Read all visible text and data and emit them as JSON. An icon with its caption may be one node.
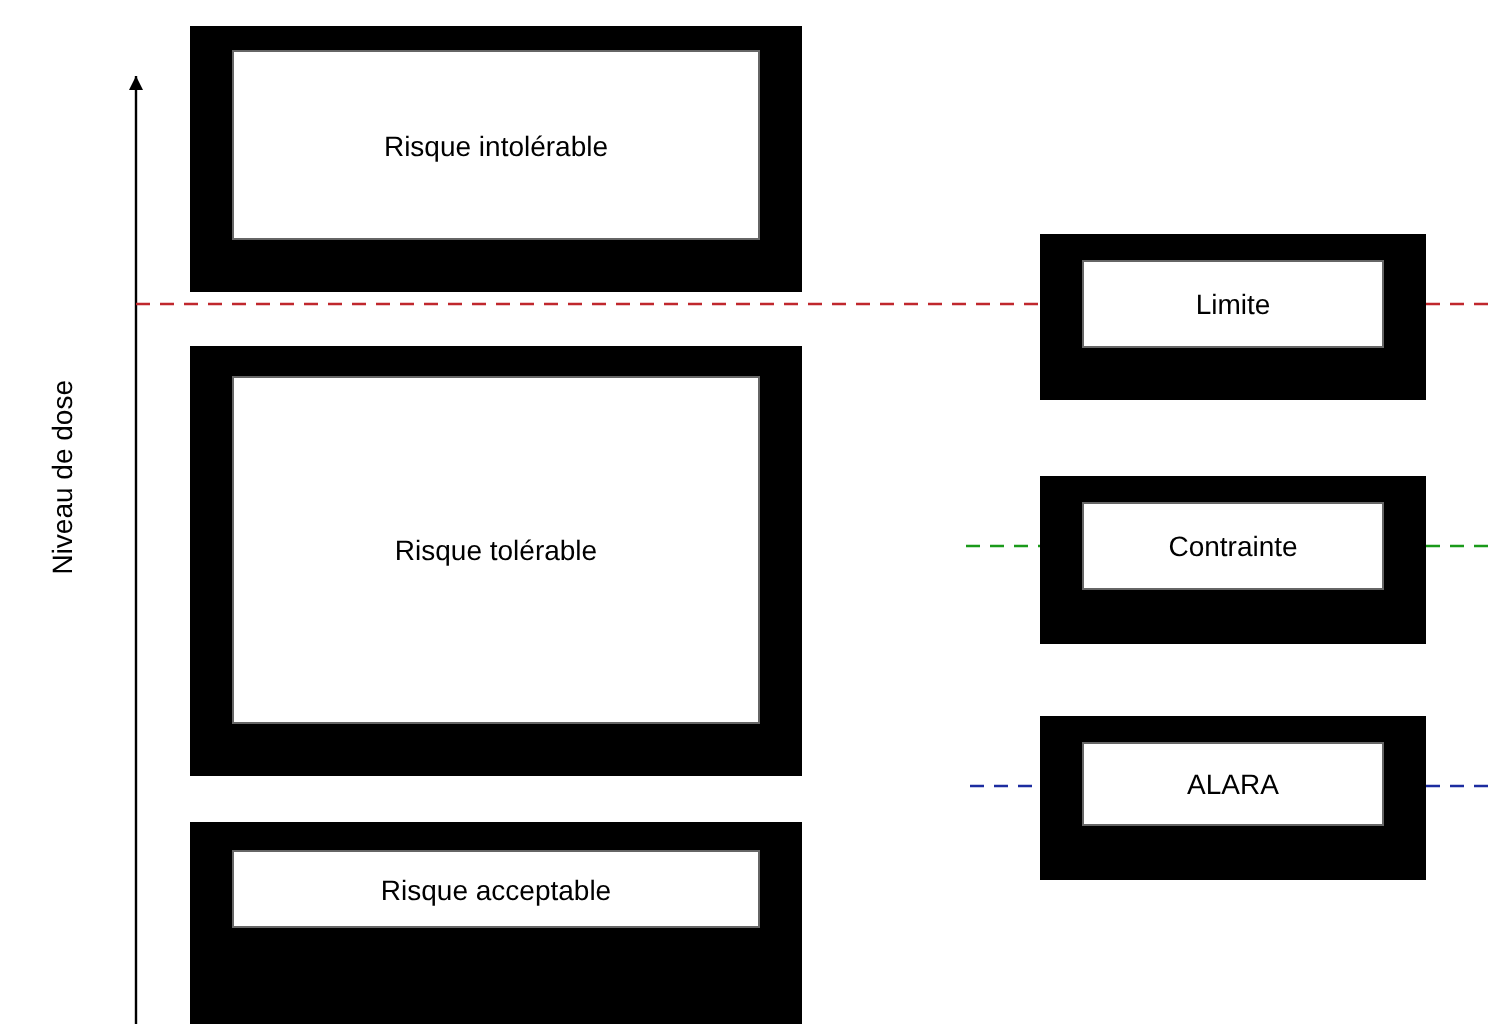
{
  "diagram": {
    "nodes": [
      {
        "text": [
          "Risque intolérable"
        ]
      },
      {
        "text": [
          "Risque tolérable"
        ]
      },
      {
        "text": [
          "Risque acceptable"
        ]
      },
      {
        "text": [
          "Limite"
        ]
      },
      {
        "text": [
          "Contrainte"
        ]
      },
      {
        "text": [
          "ALARA"
        ]
      }
    ],
    "edges": [
      {
        "from": null,
        "to": 3,
        "arrow": "none",
        "style": "dashed",
        "color": "#c0272d"
      },
      {
        "from": 3,
        "to": null,
        "arrow": "none",
        "style": "dashed",
        "color": "#c0272d"
      },
      {
        "from": null,
        "to": 4,
        "arrow": "none",
        "style": "dashed",
        "color": "#1a9a1a"
      },
      {
        "from": 4,
        "to": null,
        "arrow": "none",
        "style": "dashed",
        "color": "#1a9a1a"
      },
      {
        "from": null,
        "to": 5,
        "arrow": "none",
        "style": "dashed",
        "color": "#1c2ca0"
      },
      {
        "from": 5,
        "to": null,
        "arrow": "none",
        "style": "dashed",
        "color": "#1c2ca0"
      }
    ],
    "labels": [
      "Niveau de dose"
    ]
  }
}
